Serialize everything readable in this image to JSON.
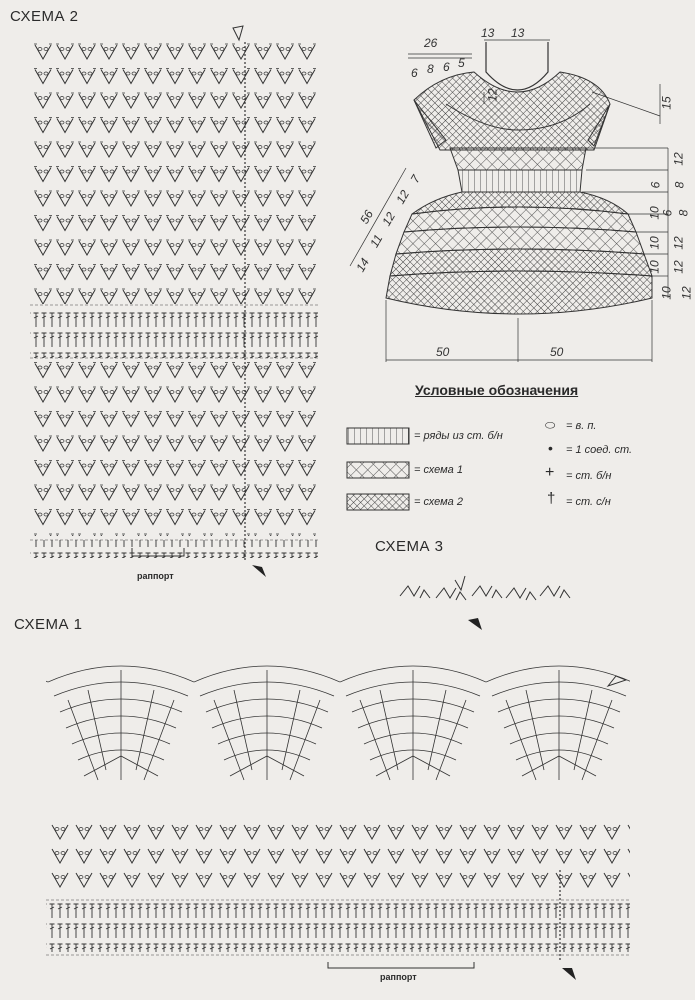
{
  "schemes": {
    "scheme2_title": "СХЕМА 2",
    "scheme1_title": "СХЕМА 1",
    "scheme3_title": "СХЕМА 3",
    "rapport_label": "раппорт"
  },
  "dress": {
    "dims_top": [
      "26",
      "13",
      "13"
    ],
    "dims_shoulder": [
      "6",
      "8",
      "6",
      "5"
    ],
    "dim_neck": "12",
    "dim_sleeve": "15",
    "dims_right": [
      "12",
      "12",
      "6",
      "8",
      "10",
      "6",
      "8",
      "10",
      "10",
      "12",
      "10",
      "12"
    ],
    "dims_left_diag": [
      "56",
      "14",
      "11",
      "12",
      "12",
      "7"
    ],
    "dims_bottom": [
      "50",
      "50"
    ]
  },
  "legend": {
    "title": "Условные обозначения",
    "items": [
      {
        "swatch": "vertical-lines",
        "text": "= ряды из ст. б/н"
      },
      {
        "swatch": "crosshatch",
        "text": "= схема 1"
      },
      {
        "swatch": "dense-grid",
        "text": "= схема 2"
      }
    ],
    "symbols": [
      {
        "icon": "oval-chain-icon",
        "glyph": "⬭",
        "text": "= в. п."
      },
      {
        "icon": "dot-slip-icon",
        "glyph": "•",
        "text": "= 1 соед. ст."
      },
      {
        "icon": "plus-sc-icon",
        "glyph": "+",
        "text": "= ст. б/н"
      },
      {
        "icon": "dagger-dc-icon",
        "glyph": "†",
        "text": "= ст. с/н"
      }
    ]
  }
}
